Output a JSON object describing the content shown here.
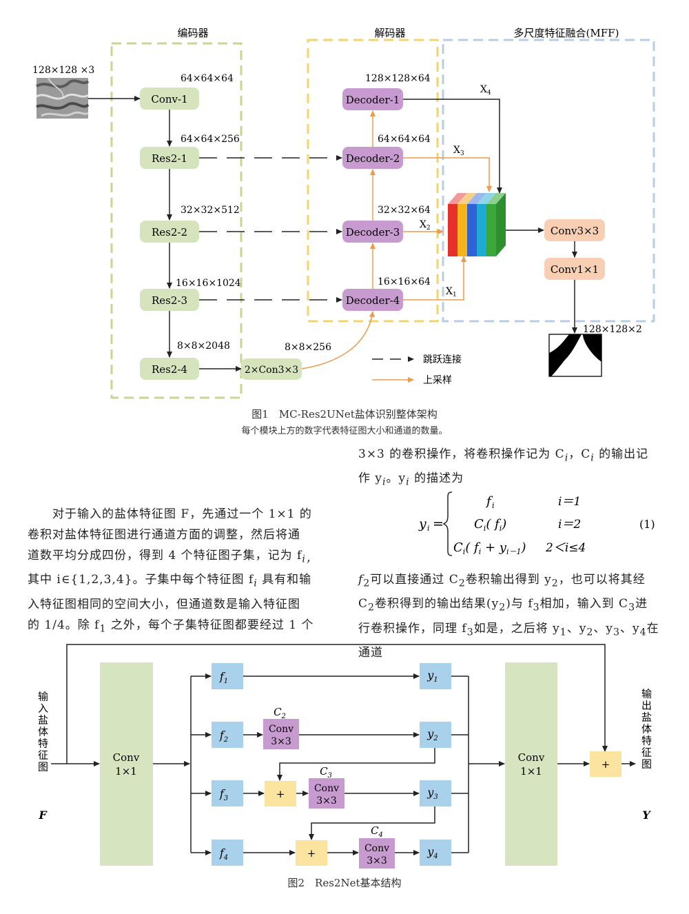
{
  "fig1": {
    "sections": {
      "encoder": "编码器",
      "decoder": "解码器",
      "mff": "多尺度特征融合(MFF)"
    },
    "input_size": "128×128 ×3",
    "encoder": [
      {
        "label": "Conv-1",
        "size": "64×64×64"
      },
      {
        "label": "Res2-1",
        "size": "64×64×256"
      },
      {
        "label": "Res2-2",
        "size": "32×32×512"
      },
      {
        "label": "Res2-3",
        "size": "16×16×1024"
      },
      {
        "label": "Res2-4",
        "size": "8×8×2048"
      }
    ],
    "bridge": {
      "label": "2×Con3×3",
      "size": "8×8×256"
    },
    "decoder": [
      {
        "label": "Decoder-1",
        "size": "128×128×64"
      },
      {
        "label": "Decoder-2",
        "size": "64×64×64"
      },
      {
        "label": "Decoder-3",
        "size": "32×32×64"
      },
      {
        "label": "Decoder-4",
        "size": "16×16×64"
      }
    ],
    "x_labels": {
      "x1": "X",
      "x2": "X",
      "x3": "X",
      "x4": "X",
      "s1": "1",
      "s2": "2",
      "s3": "3",
      "s4": "4"
    },
    "mff_blocks": {
      "conv3": "Conv3×3",
      "conv1": "Conv1×1"
    },
    "output_size": "128×128×2",
    "legend": {
      "skip": "跳跃连接",
      "upsample": "上采样"
    },
    "colors": {
      "encoder": "#d5e4bd",
      "decoder": "#c89bd0",
      "mff": "#f8cfb3",
      "upsample": "#ee9a4d"
    },
    "caption": "图1　MC-Res2UNet盐体识别整体架构",
    "subcaption": "每个模块上方的数字代表特征图大小和通道的数量。"
  },
  "text": {
    "right_top_1": "3×3 的卷积操作，将卷积操作记为 C",
    "right_top_1b": "i",
    "right_top_1c": "，C",
    "right_top_1d": "i",
    "right_top_1e": " 的输出记",
    "right_top_2": "作 y",
    "right_top_2b": "i",
    "right_top_2c": "。y",
    "right_top_2d": "i",
    "right_top_2e": " 的描述为",
    "left_para": [
      "　　对于输入的盐体特征图 F，先通过一个 1×1 的",
      "卷积对盐体特征图进行通道方面的调整，然后将通",
      "道数平均分成四份，得到 4 个特征图子集，记为 f",
      "其中 i∈{1,2,3,4}。子集中每个特征图 f",
      "入特征图相同的空间大小，但通道数是输入特征图",
      "的 1/4。除 f"
    ],
    "left_para_tail": {
      "l3": "i，",
      "l4a": "i",
      "l4b": " 具有和输",
      "l6a": "1",
      "l6b": " 之外，每个子集特征图都要经过 1 个"
    },
    "equation": {
      "lhs": "y",
      "lhs_sub": "i",
      "eq": "=",
      "rows": [
        {
          "expr": "f",
          "expr_sub": "i",
          "cond": "i＝1"
        },
        {
          "expr": "C",
          "expr_sub": "i",
          "expr_tail": "( f",
          "expr_tail_sub": "i",
          "expr_end": ")",
          "cond": "i＝2"
        },
        {
          "expr": "C",
          "expr_sub": "i",
          "expr_tail": "( f",
          "expr_tail_sub": "i",
          "expr_mid": " + y",
          "expr_mid_sub": "i－1",
          "expr_end": ")",
          "cond": "2＜i≤4"
        }
      ],
      "number": "(1)"
    },
    "right_bottom": [
      "可以直接通过 C",
      "卷积输出得到 y",
      "，也可以将其经",
      "卷积得到的输出结果(y",
      ")与 f",
      "相加，输入到 C",
      "进",
      "行卷积操作，同理 f",
      "如是，之后将 y",
      "、y",
      "、y",
      "、y",
      "在通道"
    ]
  },
  "fig2": {
    "input_label": "输入盐体特征图",
    "input_var": "F",
    "output_label": "输出盐体特征图",
    "output_var": "Y",
    "conv_in": {
      "line1": "Conv",
      "line2": "1×1"
    },
    "conv_out": {
      "line1": "Conv",
      "line2": "1×1"
    },
    "f_blocks": [
      {
        "v": "f",
        "s": "1"
      },
      {
        "v": "f",
        "s": "2"
      },
      {
        "v": "f",
        "s": "3"
      },
      {
        "v": "f",
        "s": "4"
      }
    ],
    "y_blocks": [
      {
        "v": "y",
        "s": "1"
      },
      {
        "v": "y",
        "s": "2"
      },
      {
        "v": "y",
        "s": "3"
      },
      {
        "v": "y",
        "s": "4"
      }
    ],
    "c_blocks": [
      {
        "name": "C",
        "sub": "2",
        "line1": "Conv",
        "line2": "3×3"
      },
      {
        "name": "C",
        "sub": "3",
        "line1": "Conv",
        "line2": "3×3"
      },
      {
        "name": "C",
        "sub": "4",
        "line1": "Conv",
        "line2": "3×3"
      }
    ],
    "plus": "+",
    "colors": {
      "conv": "#d6e4bf",
      "f": "#a9d1ec",
      "c": "#c89bd0",
      "plus": "#fbe4a0"
    },
    "caption": "图2　Res2Net基本结构"
  }
}
